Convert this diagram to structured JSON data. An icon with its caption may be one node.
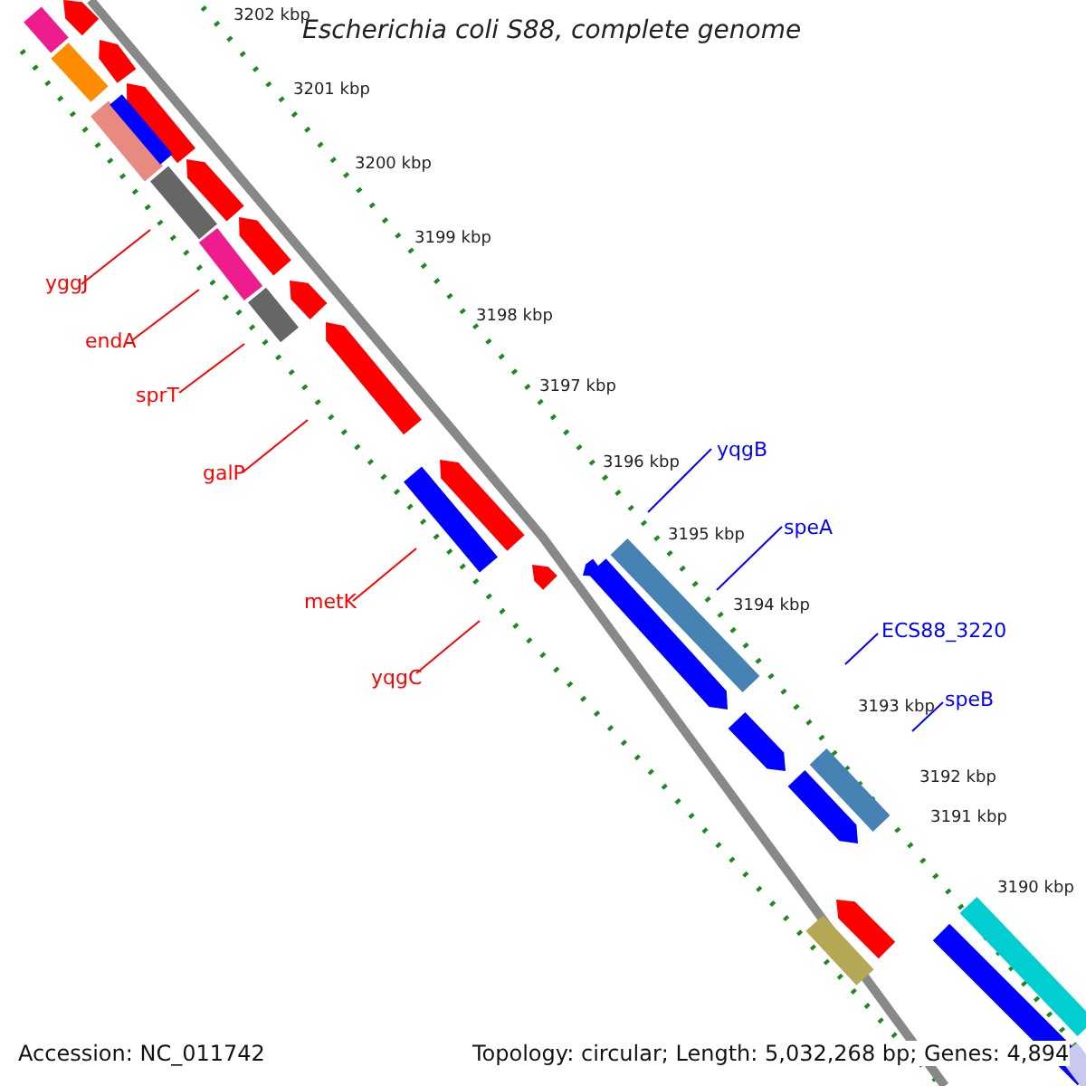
{
  "diagram": {
    "title": "Escherichia coli S88, complete genome",
    "nodes": [
      {
        "text": [
          "yggJ"
        ]
      },
      {
        "text": [
          "endA"
        ]
      },
      {
        "text": [
          "sprT"
        ]
      },
      {
        "text": [
          "galP"
        ]
      },
      {
        "text": [
          "metK"
        ]
      },
      {
        "text": [
          "yqgC"
        ]
      },
      {
        "text": [
          "yqgB"
        ]
      },
      {
        "text": [
          "speA"
        ]
      },
      {
        "text": [
          "ECS88_3220"
        ]
      },
      {
        "text": [
          "speB"
        ]
      }
    ],
    "edges": [
      {
        "from": 0,
        "to": null,
        "arrow": "none"
      },
      {
        "from": 1,
        "to": null,
        "arrow": "none"
      },
      {
        "from": 2,
        "to": null,
        "arrow": "none"
      },
      {
        "from": 3,
        "to": null,
        "arrow": "none"
      },
      {
        "from": 4,
        "to": null,
        "arrow": "none"
      },
      {
        "from": 5,
        "to": null,
        "arrow": "none"
      },
      {
        "from": 6,
        "to": null,
        "arrow": "none",
        "color": "#0000ff"
      },
      {
        "from": 7,
        "to": null,
        "arrow": "none",
        "color": "#0000ff"
      },
      {
        "from": 8,
        "to": null,
        "arrow": "none",
        "color": "#0000ff"
      },
      {
        "from": 9,
        "to": null,
        "arrow": "none",
        "color": "#0000ff"
      }
    ],
    "labels": [
      "3202 kbp",
      "3201 kbp",
      "3200 kbp",
      "3199 kbp",
      "3198 kbp",
      "3197 kbp",
      "3196 kbp",
      "3195 kbp",
      "3194 kbp",
      "3193 kbp",
      "3192 kbp",
      "3191 kbp",
      "3190 kbp",
      "Accession: NC_011742",
      "Topology: circular; Length: 5,032,268 bp; Genes: 4,894"
    ]
  }
}
